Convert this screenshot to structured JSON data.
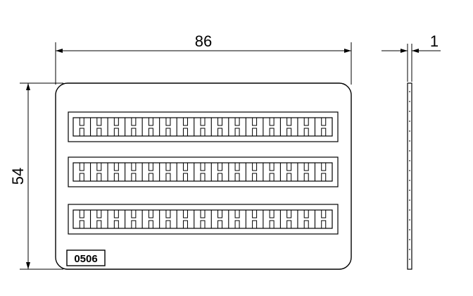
{
  "dimensions": {
    "width": "86",
    "height": "54",
    "thickness": "1"
  },
  "part_code": "0506",
  "rows": [
    {
      "segments": 15
    },
    {
      "segments": 15
    },
    {
      "segments": 15
    }
  ]
}
